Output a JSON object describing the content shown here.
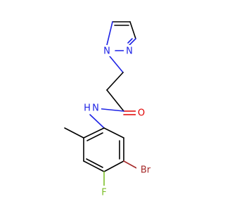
{
  "molecule": {
    "atoms": {
      "n_pyrazole_n1": {
        "text": "N",
        "color": "#1f24e5"
      },
      "n_pyrazole_n2": {
        "text": "N",
        "color": "#1f24e5"
      },
      "amide_n": {
        "text": "N",
        "color": "#1f24e5"
      },
      "amide_h": {
        "text": "H",
        "color": "#1f24e5"
      },
      "carbonyl_o": {
        "text": "O",
        "color": "#e00000"
      },
      "bromine": {
        "text": "Br",
        "color": "#a52a2a"
      },
      "fluorine": {
        "text": "F",
        "color": "#7dbf2a"
      }
    }
  }
}
